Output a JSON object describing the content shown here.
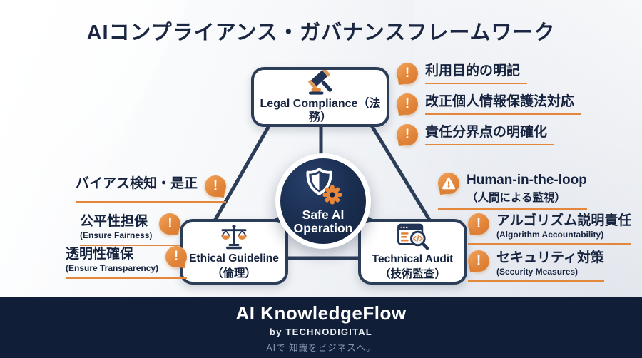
{
  "title": "AIコンプライアンス・ガバナンスフレームワーク",
  "icons": {
    "exclamation": "!"
  },
  "center": {
    "line1": "Safe AI",
    "line2": "Operation"
  },
  "nodes": {
    "legal": {
      "label": "Legal Compliance（法務）"
    },
    "ethical": {
      "line1": "Ethical Guideline",
      "line2": "（倫理）"
    },
    "technical": {
      "line1": "Technical Audit",
      "line2": "（技術監査）"
    }
  },
  "callouts": {
    "legal": [
      {
        "text": "利用目的の明記"
      },
      {
        "text": "改正個人情報保護法対応"
      },
      {
        "text": "責任分界点の明確化"
      }
    ],
    "ethical": [
      {
        "text": "バイアス検知・是正",
        "subtext": ""
      },
      {
        "text": "公平性担保",
        "subtext": "(Ensure Fairness)"
      },
      {
        "text": "透明性確保",
        "subtext": "(Ensure Transparency)"
      }
    ],
    "technical": [
      {
        "text": "Human-in-the-loop",
        "subtext": "（人間による監視）"
      },
      {
        "text": "アルゴリズム説明責任",
        "subtext": "(Algorithm Accountability)"
      },
      {
        "text": "セキュリティ対策",
        "subtext": "(Security Measures)"
      }
    ]
  },
  "footer": {
    "brand": "AI KnowledgeFlow",
    "byline": "by TECHNODIGITAL",
    "tagline": "AIで 知識をビジネスへ。"
  },
  "colors": {
    "accent_orange": "#E2873C",
    "navy_text": "#1B2742",
    "line_navy": "#2C3D58",
    "footer_bg": "#111E38",
    "circle_navy": "#16273F"
  }
}
